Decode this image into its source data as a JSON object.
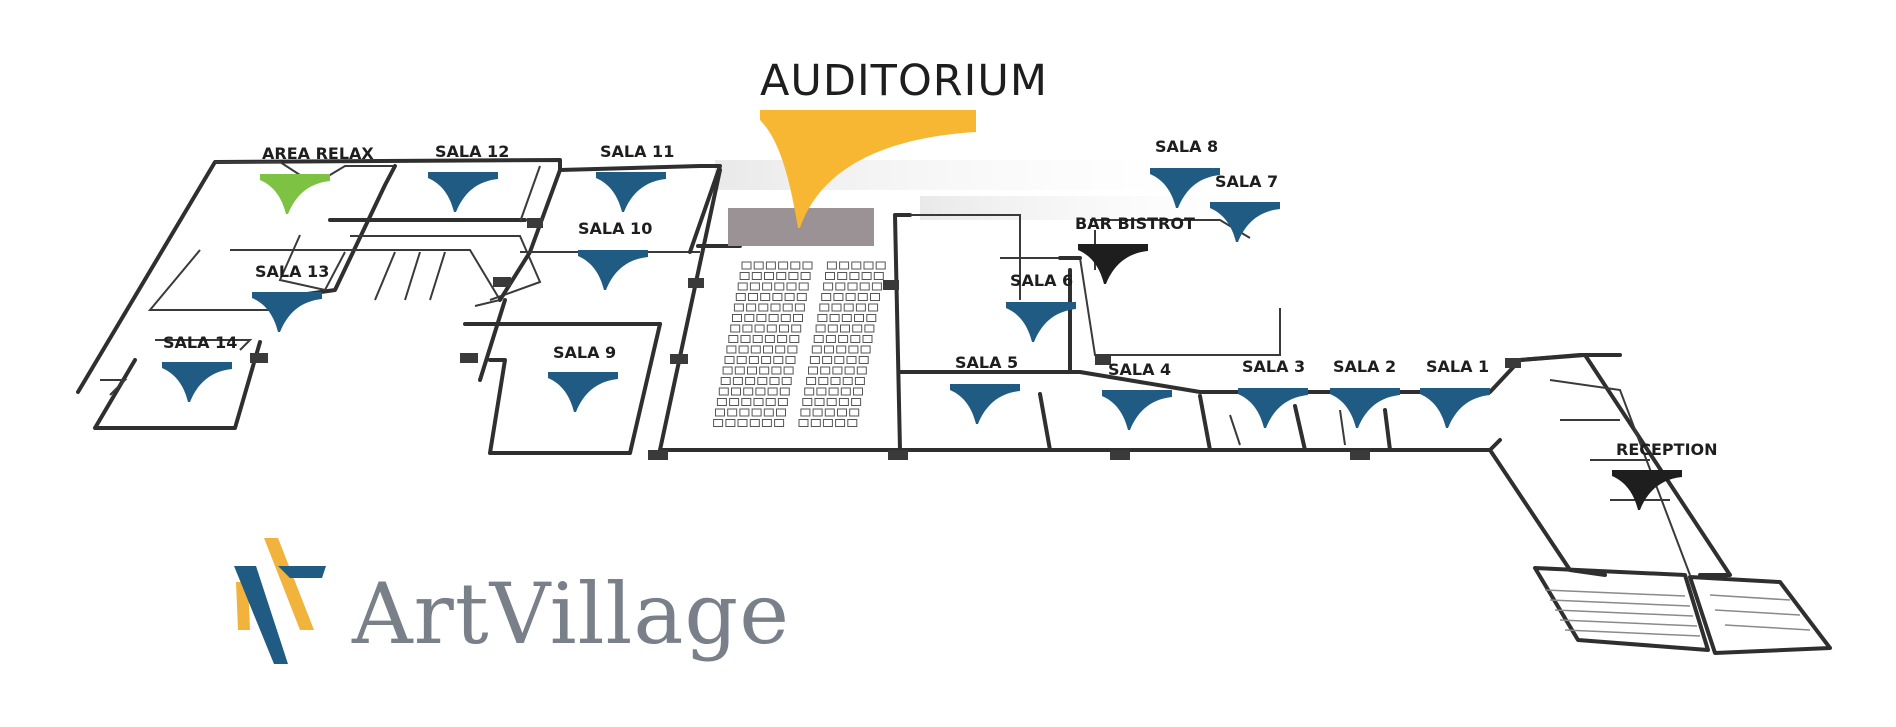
{
  "colors": {
    "room_marker": "#1f5b82",
    "relax_marker": "#7dc242",
    "auditorium_marker": "#f7b733",
    "service_marker": "#1e1e1e",
    "wall": "#2f2f2f",
    "stage": "#9a9294",
    "logo_gold": "#f2b33d",
    "logo_blue": "#1f5b82",
    "logo_text": "#7a8089"
  },
  "map": {
    "title": "AUDITORIUM",
    "rooms": [
      {
        "id": "area-relax",
        "label": "AREA RELAX",
        "marker": "green"
      },
      {
        "id": "sala-12",
        "label": "SALA 12",
        "marker": "blue"
      },
      {
        "id": "sala-11",
        "label": "SALA 11",
        "marker": "blue"
      },
      {
        "id": "sala-10",
        "label": "SALA 10",
        "marker": "blue"
      },
      {
        "id": "sala-13",
        "label": "SALA 13",
        "marker": "blue"
      },
      {
        "id": "sala-14",
        "label": "SALA 14",
        "marker": "blue"
      },
      {
        "id": "sala-9",
        "label": "SALA 9",
        "marker": "blue"
      },
      {
        "id": "sala-8",
        "label": "SALA 8",
        "marker": "blue"
      },
      {
        "id": "sala-7",
        "label": "SALA 7",
        "marker": "blue"
      },
      {
        "id": "bar-bistrot",
        "label": "BAR BISTROT",
        "marker": "black"
      },
      {
        "id": "sala-6",
        "label": "SALA 6",
        "marker": "blue"
      },
      {
        "id": "sala-5",
        "label": "SALA 5",
        "marker": "blue"
      },
      {
        "id": "sala-4",
        "label": "SALA 4",
        "marker": "blue"
      },
      {
        "id": "sala-3",
        "label": "SALA 3",
        "marker": "blue"
      },
      {
        "id": "sala-2",
        "label": "SALA 2",
        "marker": "blue"
      },
      {
        "id": "sala-1",
        "label": "SALA 1",
        "marker": "blue"
      },
      {
        "id": "reception",
        "label": "RECEPTION",
        "marker": "black"
      }
    ]
  },
  "logo": {
    "wordmark": "ArtVillage"
  }
}
